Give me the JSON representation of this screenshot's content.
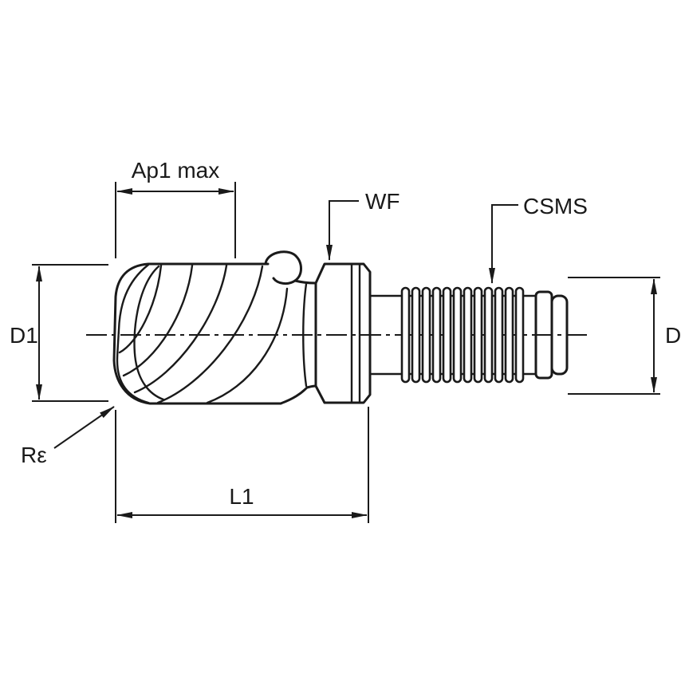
{
  "diagram": {
    "labels": {
      "ap1_max": "Ap1 max",
      "wf": "WF",
      "csms": "CSMS",
      "d1": "D1",
      "d": "D",
      "r_epsilon": "Rε",
      "l1": "L1"
    },
    "colors": {
      "line": "#1a1a1a",
      "background": "#ffffff"
    }
  }
}
